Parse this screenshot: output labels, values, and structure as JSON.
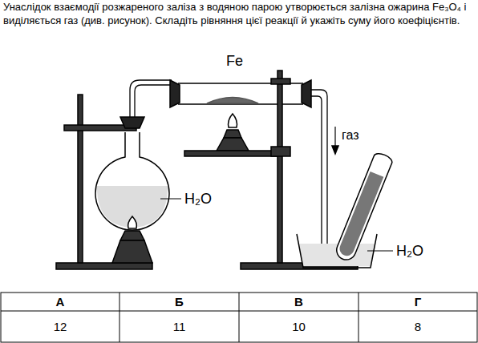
{
  "diagram": {
    "labels": [
      "Унаслідок взаємодії розжареного заліза з водяною парою утворюється залізна ожарина Fe₃O₄ і виділяється газ (див. рисунок). Складіть рівняння цієї реакції й укажіть суму його коефіцієнтів.",
      "Fe",
      "H₂O",
      "газ",
      "H₂O",
      "А",
      "Б",
      "В",
      "Г",
      "12",
      "11",
      "10",
      "8"
    ]
  }
}
